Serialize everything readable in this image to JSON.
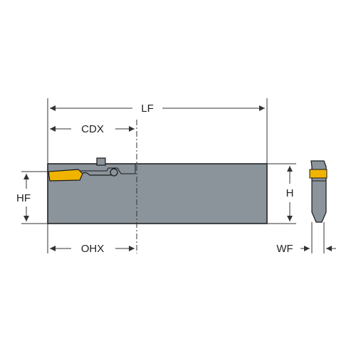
{
  "dimensions": {
    "lf": "LF",
    "cdx": "CDX",
    "hf": "HF",
    "h": "H",
    "ohx": "OHX",
    "wf": "WF"
  },
  "colors": {
    "body": "#8b949b",
    "insert": "#f0b400",
    "outline": "#1a1a1a",
    "dimension": "#333333"
  },
  "icons": {
    "tool": "grooving-tool-holder-icon",
    "insert": "grooving-insert-icon",
    "end_view": "tool-end-view-icon"
  }
}
